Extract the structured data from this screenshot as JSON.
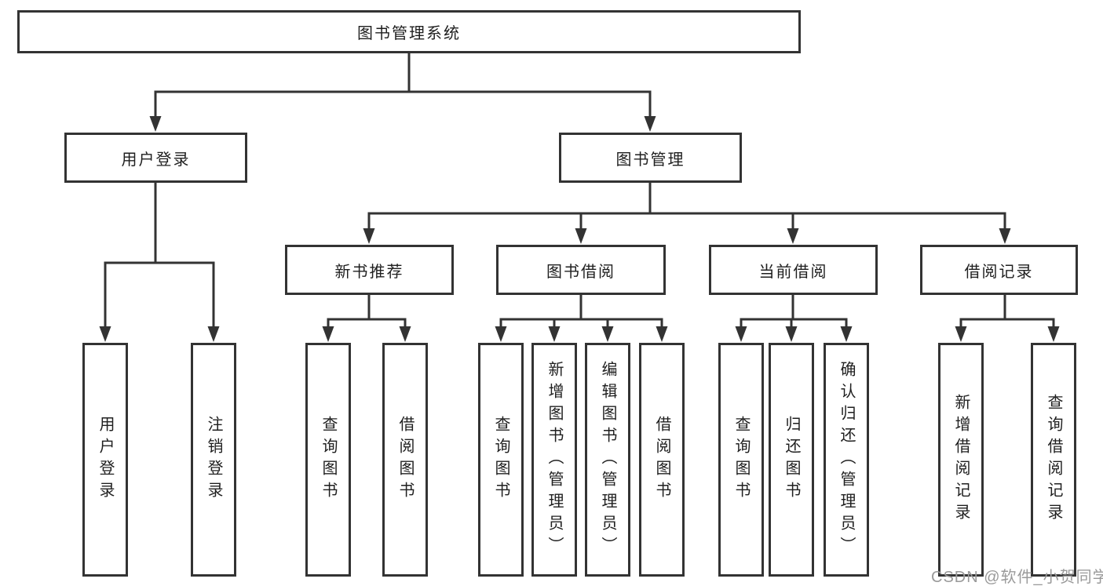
{
  "tree": {
    "root": "图书管理系统",
    "branches": [
      {
        "label": "用户登录",
        "children": [
          "用户登录",
          "注销登录"
        ]
      },
      {
        "label": "图书管理",
        "groups": [
          {
            "label": "新书推荐",
            "children": [
              "查询图书",
              "借阅图书"
            ]
          },
          {
            "label": "图书借阅",
            "children": [
              "查询图书",
              "新增图书（管理员）",
              "编辑图书（管理员）",
              "借阅图书"
            ]
          },
          {
            "label": "当前借阅",
            "children": [
              "查询图书",
              "归还图书",
              "确认归还（管理员）"
            ]
          },
          {
            "label": "借阅记录",
            "children": [
              "新增借阅记录",
              "查询借阅记录"
            ]
          }
        ]
      }
    ]
  },
  "watermark": "CSDN @软件_小贺同学"
}
